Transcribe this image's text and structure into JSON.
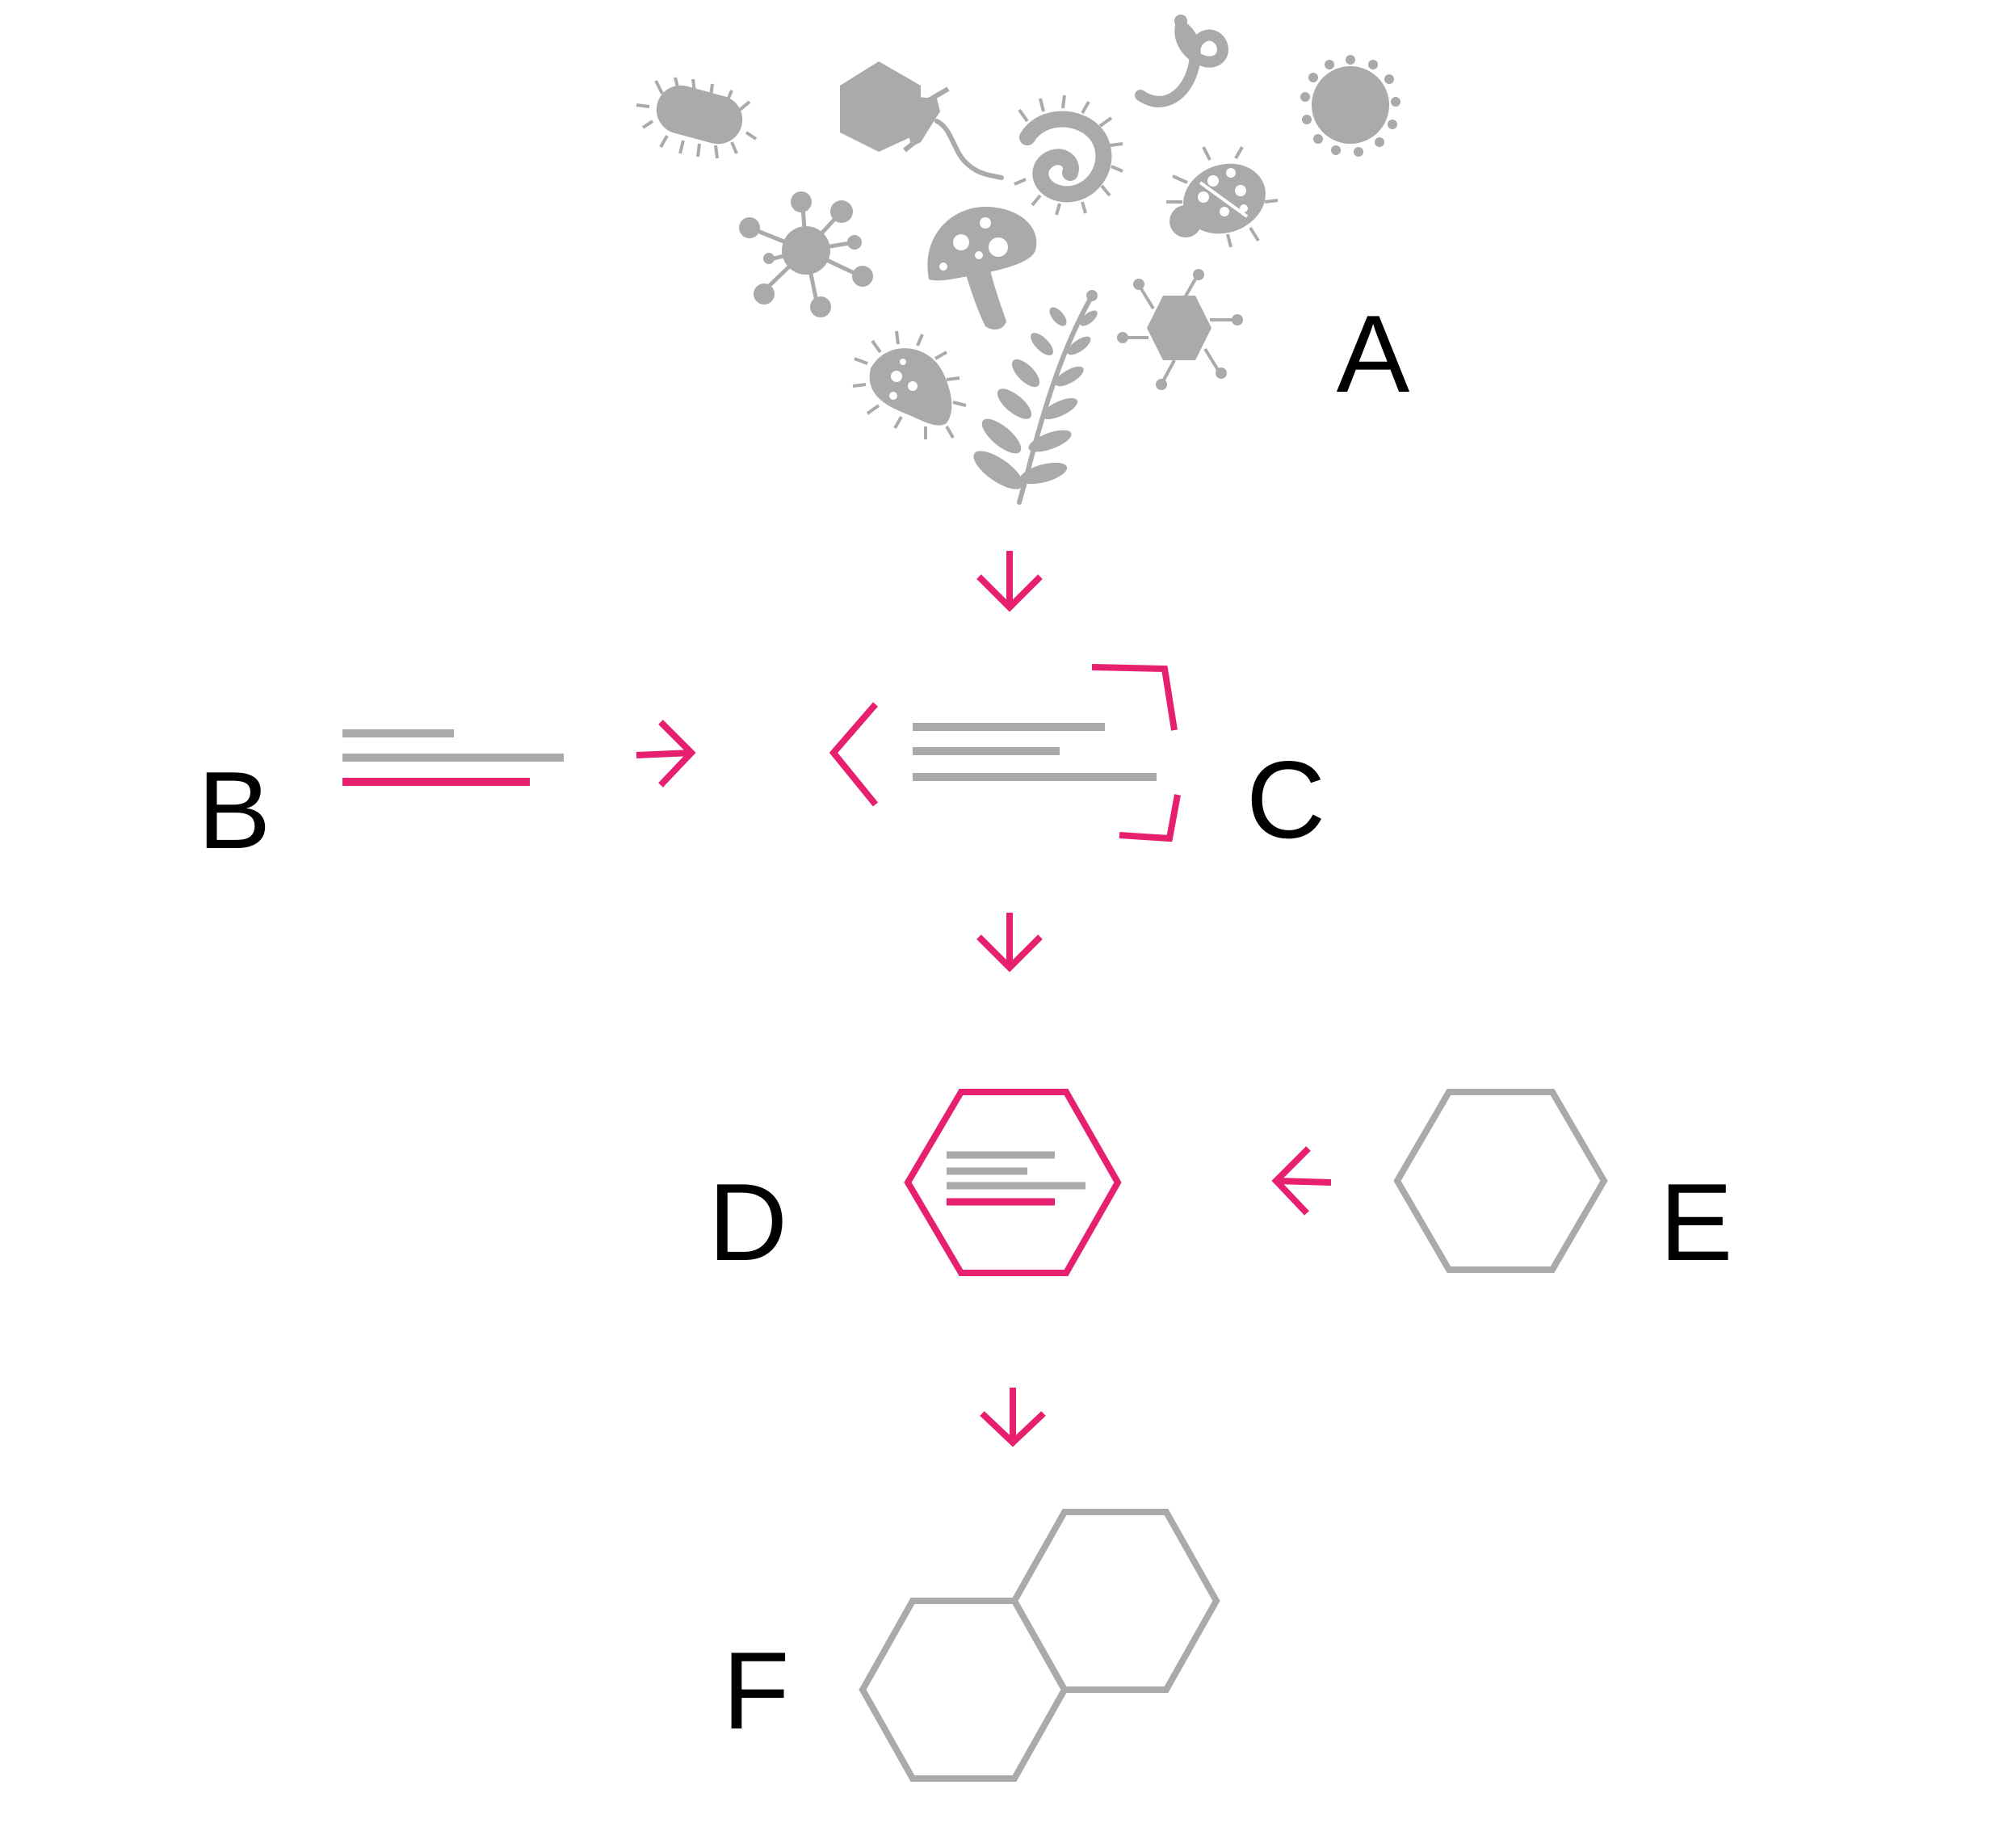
{
  "labels": {
    "a": "A",
    "b": "B",
    "c": "C",
    "d": "D",
    "e": "E",
    "f": "F"
  },
  "colors": {
    "accent": "#e6206f",
    "grey": "#aaaaaa",
    "text": "#000000",
    "background": "#ffffff"
  },
  "icons": [
    "bacterium-icon",
    "virus-particle-icon",
    "worm-icon",
    "coccus-icon",
    "centipede-icon",
    "ladybug-icon",
    "molecule-icon",
    "mushroom-icon",
    "fern-icon",
    "hexagonal-virus-icon",
    "microbe-icon"
  ]
}
